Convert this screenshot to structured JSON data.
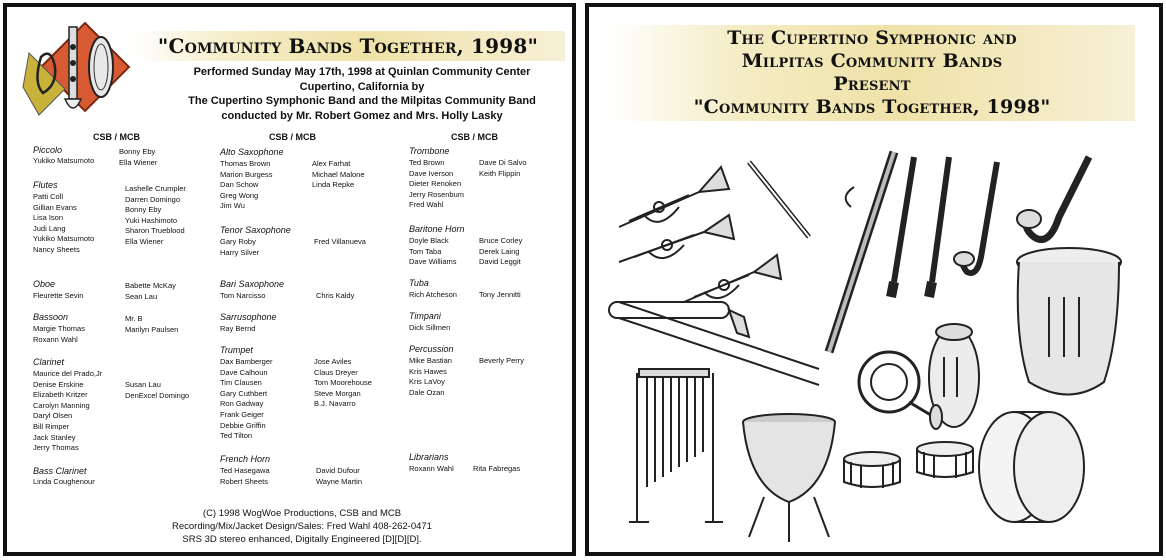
{
  "left": {
    "title": "\"Community Bands Together, 1998\"",
    "info": [
      "Performed Sunday May 17th, 1998 at Quinlan Community Center",
      "Cupertino, California by",
      "The Cupertino Symphonic Band and the Milpitas Community Band",
      "conducted by Mr. Robert Gomez and Mrs. Holly Lasky"
    ],
    "col_header": "CSB / MCB",
    "sections": {
      "piccolo": {
        "name": "Piccolo",
        "csb": [
          "Yukiko Matsumoto"
        ],
        "mcb": [
          "Bonny Eby",
          "Ella Wiener"
        ]
      },
      "flutes": {
        "name": "Flutes",
        "csb": [
          "Patti Coll",
          "Gillian Evans",
          "Lisa Ison",
          "Judi Lang",
          "Yukiko Matsumoto",
          "Nancy Sheets"
        ],
        "mcb": [
          "Lashelle Crumpler",
          "Darren Domingo",
          "Bonny Eby",
          "Yuki Hashimoto",
          "Sharon Trueblood",
          "Ella Wiener"
        ]
      },
      "oboe": {
        "name": "Oboe",
        "csb": [
          "Fleurette Sevin"
        ],
        "mcb": [
          "Babette McKay",
          "Sean Lau"
        ]
      },
      "bassoon": {
        "name": "Bassoon",
        "csb": [
          "Margie Thomas",
          "Roxann Wahl"
        ],
        "mcb": [
          "Mr. B",
          "Marilyn Paulsen"
        ]
      },
      "clarinet": {
        "name": "Clarinet",
        "csb": [
          "Maurice del Prado,Jr",
          "Denise Erskine",
          "Elizabeth Kritzer",
          "Carolyn Manning",
          "Daryl Olsen",
          "Bill Rimper",
          "Jack Stanley",
          "Jerry Thomas"
        ],
        "mcb": [
          "Susan Lau",
          "DenExcel Domingo"
        ]
      },
      "bass_clarinet": {
        "name": "Bass Clarinet",
        "csb": [
          "Linda Coughenour"
        ],
        "mcb": []
      },
      "alto_sax": {
        "name": "Alto Saxophone",
        "csb": [
          "Thomas Brown",
          "Marion Burgess",
          "Dan Schow",
          "Greg Wong",
          "Jim Wu"
        ],
        "mcb": [
          "Alex Farhat",
          "Michael Malone",
          "Linda Repke"
        ]
      },
      "tenor_sax": {
        "name": "Tenor Saxophone",
        "csb": [
          "Gary Roby",
          "Harry Silver"
        ],
        "mcb": [
          "Fred Villanueva"
        ]
      },
      "bari_sax": {
        "name": "Bari Saxophone",
        "csb": [
          "Tom Narcisso"
        ],
        "mcb": [
          "Chris Kaldy"
        ]
      },
      "sarrusophone": {
        "name": "Sarrusophone",
        "csb": [
          "Ray Bernd"
        ],
        "mcb": []
      },
      "trumpet": {
        "name": "Trumpet",
        "csb": [
          "Dax Bamberger",
          "Dave Calhoun",
          "Tim Clausen",
          "Gary Cuthbert",
          "Ron Gadway",
          "Frank Geiger",
          "Debbie Griffin",
          "Ted Tilton"
        ],
        "mcb": [
          "Jose Aviles",
          "Claus Dreyer",
          "Tom Moorehouse",
          "Steve Morgan",
          "B.J. Navarro"
        ]
      },
      "french_horn": {
        "name": "French Horn",
        "csb": [
          "Ted Hasegawa",
          "Robert Sheets"
        ],
        "mcb": [
          "David Dufour",
          "Wayne Martin"
        ]
      },
      "trombone": {
        "name": "Trombone",
        "csb": [
          "Ted Brown",
          "Dave Iverson",
          "Dieter Renoken",
          "Jerry Rosenbum",
          "Fred Wahl"
        ],
        "mcb": [
          "Dave Di Salvo",
          "Keith Flippin"
        ]
      },
      "baritone": {
        "name": "Baritone Horn",
        "csb": [
          "Doyle Black",
          "Tom Taba",
          "Dave Williams"
        ],
        "mcb": [
          "Bruce Corley",
          "Derek Laing",
          "David Leggit"
        ]
      },
      "tuba": {
        "name": "Tuba",
        "csb": [
          "Rich Atcheson"
        ],
        "mcb": [
          "Tony Jennitti"
        ]
      },
      "timpani": {
        "name": "Timpani",
        "csb": [
          "Dick Sillmen"
        ],
        "mcb": []
      },
      "percussion": {
        "name": "Percussion",
        "csb": [
          "Mike Bastian",
          "Kris Hawes",
          "Kris LaVoy",
          "Dale Ozan"
        ],
        "mcb": [
          "Beverly Perry"
        ]
      },
      "librarians": {
        "name": "Librarians",
        "csb": [
          "Roxann Wahl"
        ],
        "mcb": [
          "Rita Fabregas"
        ]
      }
    },
    "footer": [
      "(C) 1998 WogWoe Productions, CSB and MCB",
      "Recording/Mix/Jacket Design/Sales:  Fred Wahl 408-262-0471",
      "SRS 3D stereo enhanced,  Digitally  Engineered [D][D][D]."
    ]
  },
  "right": {
    "title_lines": [
      "The Cupertino Symphonic and",
      "Milpitas Community Bands",
      "Present",
      "\"Community Bands Together, 1998\""
    ],
    "instruments": [
      "trumpet",
      "trumpet",
      "trumpet",
      "piccolo",
      "bassoon",
      "clarinet",
      "clarinet",
      "alto-saxophone",
      "alto-saxophone",
      "trombone",
      "tuba",
      "baritone-horn",
      "french-horn",
      "chimes",
      "timpani",
      "snare-drum",
      "snare-drum",
      "bass-drum"
    ]
  }
}
